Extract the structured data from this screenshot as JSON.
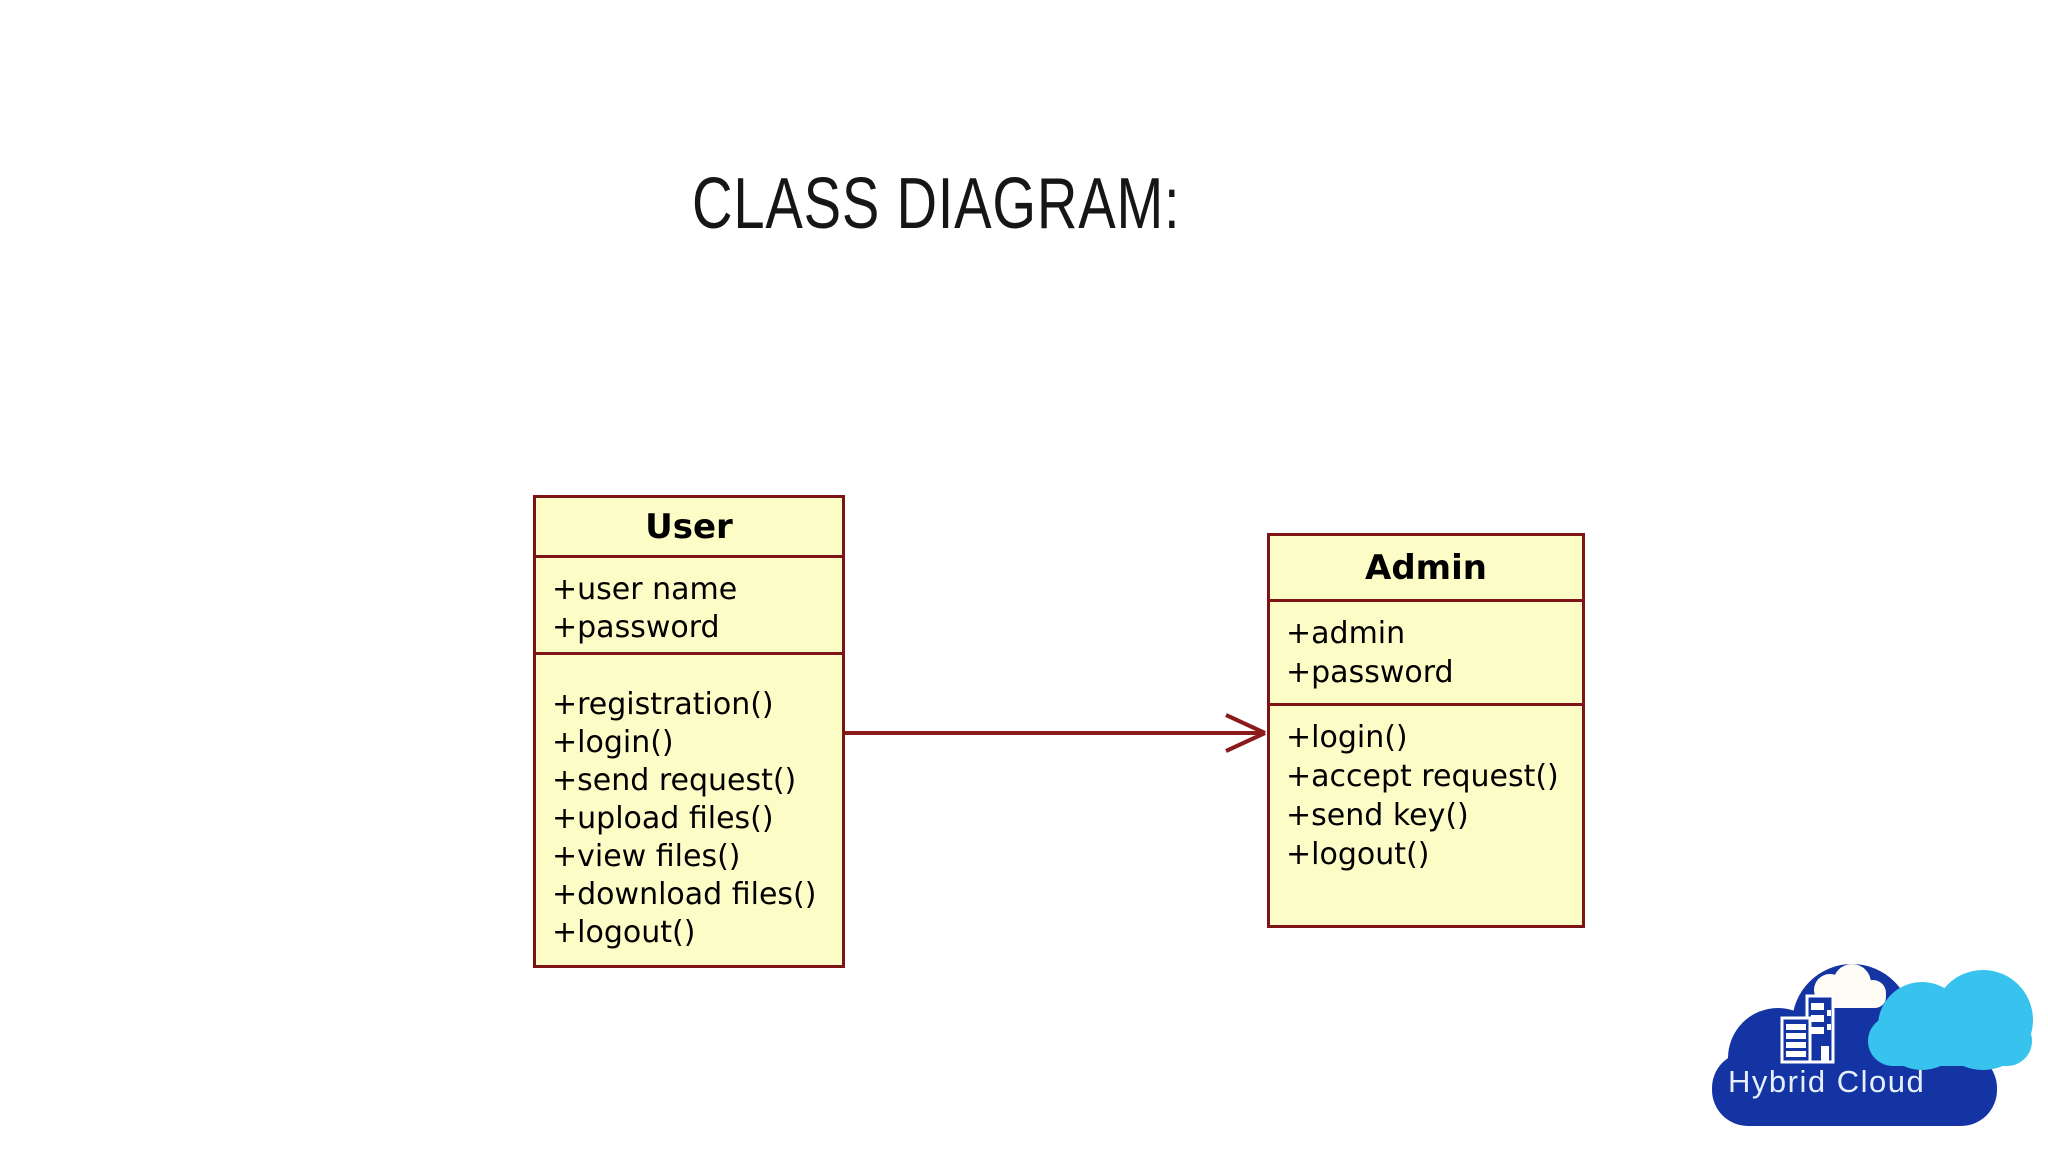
{
  "title": "CLASS DIAGRAM:",
  "uml": {
    "user_class": {
      "name": "User",
      "attributes": [
        "+user name",
        "+password"
      ],
      "methods": [
        "+registration()",
        "+login()",
        "+send request()",
        "+upload files()",
        "+view files()",
        "+download files()",
        "+logout()"
      ]
    },
    "admin_class": {
      "name": "Admin",
      "attributes": [
        "+admin",
        "+password"
      ],
      "methods": [
        "+login()",
        "+accept request()",
        "+send key()",
        "+logout()"
      ]
    },
    "association": {
      "from": "User",
      "to": "Admin",
      "arrow_style": "open-arrow"
    }
  },
  "logo": {
    "label": "Hybrid Cloud"
  },
  "colors": {
    "class_fill": "#FCFCC6",
    "class_border": "#7E1416",
    "arrow": "#8B1A1A",
    "logo_dark_blue": "#1434A4",
    "logo_light_blue": "#38C3EF",
    "logo_text": "#E6F0FC",
    "title_text": "#161616"
  }
}
